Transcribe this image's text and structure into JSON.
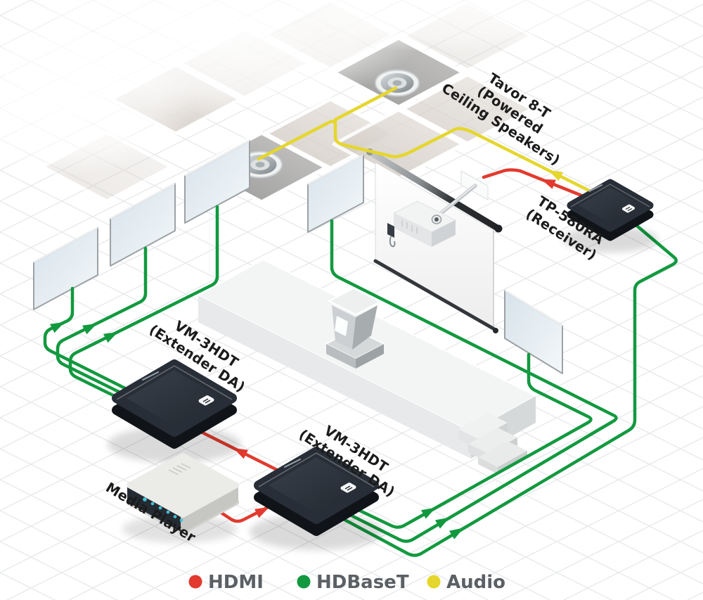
{
  "diagram": {
    "labels": {
      "ceiling_speakers": {
        "line1": "Tavor 8-T",
        "line2": "(Powered",
        "line3": "Ceiling Speakers)"
      },
      "receiver": {
        "line1": "TP-580RA",
        "line2": "(Receiver)"
      },
      "extender_1": {
        "line1": "VM-3HDT",
        "line2": "(Extender DA)"
      },
      "extender_2": {
        "line1": "VM-3HDT",
        "line2": "(Extender DA)"
      },
      "media_player": "Media Player"
    },
    "legend": {
      "items": [
        {
          "id": "hdmi",
          "label": "HDMI",
          "color": "#e23a2e"
        },
        {
          "id": "hdbaset",
          "label": "HDBaseT",
          "color": "#12993f"
        },
        {
          "id": "audio",
          "label": "Audio",
          "color": "#e5d62d"
        }
      ]
    },
    "colors": {
      "hdmi": "#e23a2e",
      "hdbaset": "#12993f",
      "audio": "#e5d62d",
      "label_text": "#1b1b1b",
      "legend_text": "#5b6065"
    }
  }
}
